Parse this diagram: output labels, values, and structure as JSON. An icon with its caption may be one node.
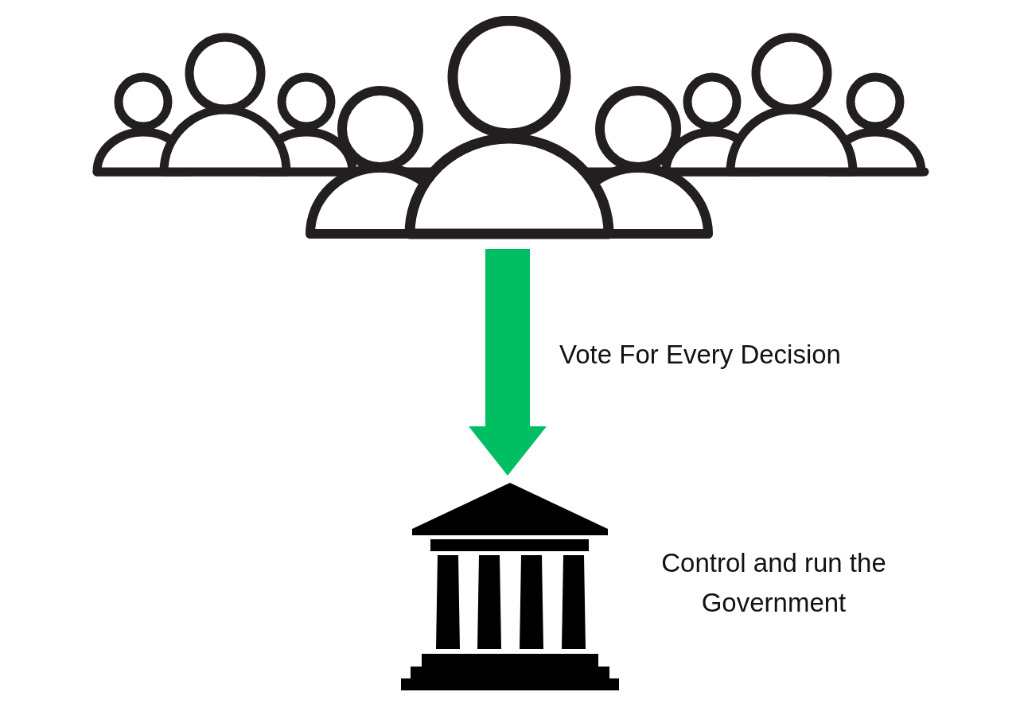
{
  "diagram": {
    "nodes": [
      {
        "text": [],
        "shape": "person"
      },
      {
        "text": [],
        "shape": "picture",
        "beside": [
          "Control and run the Government"
        ]
      }
    ],
    "edges": [
      {
        "from": 0,
        "to": 1,
        "arrow": "to",
        "label": "Vote For Every Decision",
        "color": "#00bf63"
      }
    ]
  }
}
